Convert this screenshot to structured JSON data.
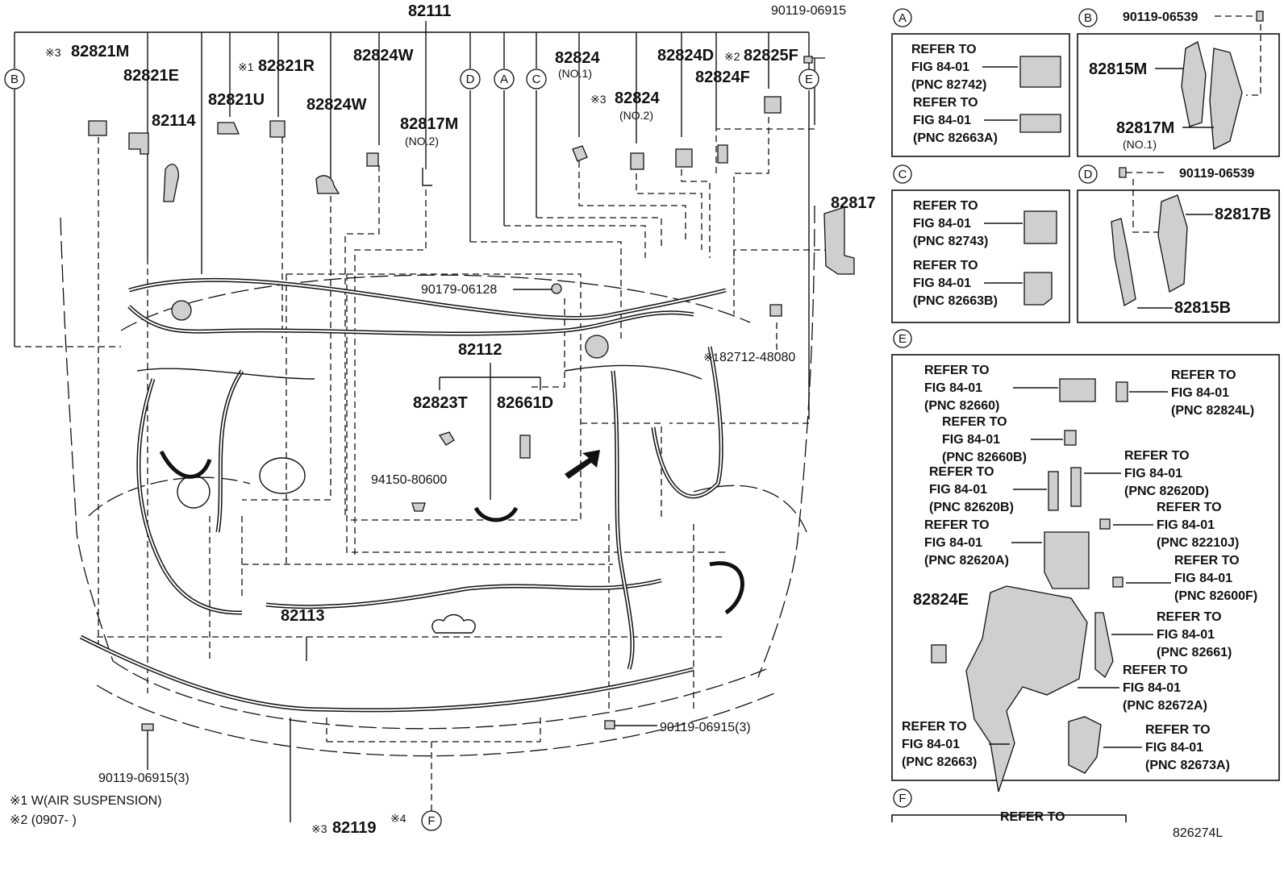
{
  "main": {
    "top_label": "82111",
    "callouts": {
      "82821M": "82821M",
      "82821E": "82821E",
      "82114": "82114",
      "82821U": "82821U",
      "82821R": "82821R",
      "82824W_1": "82824W",
      "82824W_2": "82824W",
      "82817M": "82817M",
      "no2": "(NO.2)",
      "82824_1": "82824",
      "no1": "(NO.1)",
      "82824_2": "82824",
      "no2b": "(NO.2)",
      "82824D": "82824D",
      "82825F": "82825F",
      "82824F": "82824F",
      "bolt_top": "90119-06915",
      "82817": "82817",
      "nut": "90179-06128",
      "82112": "82112",
      "82823T": "82823T",
      "82661D": "82661D",
      "bolt2": "94150-80600",
      "82712": "82712-48080",
      "82113": "82113",
      "bolt_left": "90119-06915(3)",
      "bolt_right": "90119-06915(3)",
      "82119": "82119"
    },
    "marks": {
      "m3a": "※3",
      "m1a": "※1",
      "m2a": "※2",
      "m3b": "※3",
      "m1b": "※1",
      "m3c": "※3",
      "m4": "※4"
    },
    "circle_labels": {
      "B": "B",
      "D": "D",
      "A": "A",
      "C": "C",
      "E": "E",
      "F": "F"
    },
    "notes": {
      "n1": "※1 W(AIR SUSPENSION)",
      "n2": "※2 (0907-      )"
    }
  },
  "panels": {
    "A": {
      "letter": "A",
      "refs": [
        {
          "l1": "REFER TO",
          "l2": "FIG 84-01",
          "l3": "(PNC 82742)"
        },
        {
          "l1": "REFER TO",
          "l2": "FIG 84-01",
          "l3": "(PNC 82663A)"
        }
      ]
    },
    "B": {
      "letter": "B",
      "bolt": "90119-06539",
      "p1": "82815M",
      "p2": "82817M",
      "p2sub": "(NO.1)"
    },
    "C": {
      "letter": "C",
      "refs": [
        {
          "l1": "REFER TO",
          "l2": "FIG 84-01",
          "l3": "(PNC 82743)"
        },
        {
          "l1": "REFER TO",
          "l2": "FIG 84-01",
          "l3": "(PNC 82663B)"
        }
      ]
    },
    "D": {
      "letter": "D",
      "bolt": "90119-06539",
      "p1": "82817B",
      "p2": "82815B"
    },
    "E": {
      "letter": "E",
      "part": "82824E",
      "refs": [
        {
          "l1": "REFER TO",
          "l2": "FIG 84-01",
          "l3": "(PNC 82660)"
        },
        {
          "l1": "REFER TO",
          "l2": "FIG 84-01",
          "l3": "(PNC 82824L)"
        },
        {
          "l1": "REFER TO",
          "l2": "FIG 84-01",
          "l3": "(PNC 82660B)"
        },
        {
          "l1": "REFER TO",
          "l2": "FIG 84-01",
          "l3": "(PNC 82620D)"
        },
        {
          "l1": "REFER TO",
          "l2": "FIG 84-01",
          "l3": "(PNC 82620B)"
        },
        {
          "l1": "REFER TO",
          "l2": "FIG 84-01",
          "l3": "(PNC 82210J)"
        },
        {
          "l1": "REFER TO",
          "l2": "FIG 84-01",
          "l3": "(PNC 82620A)"
        },
        {
          "l1": "REFER TO",
          "l2": "FIG 84-01",
          "l3": "(PNC 82600F)"
        },
        {
          "l1": "REFER TO",
          "l2": "FIG 84-01",
          "l3": "(PNC 82661)"
        },
        {
          "l1": "REFER TO",
          "l2": "FIG 84-01",
          "l3": "(PNC 82672A)"
        },
        {
          "l1": "REFER TO",
          "l2": "FIG 84-01",
          "l3": "(PNC 82663)"
        },
        {
          "l1": "REFER TO",
          "l2": "FIG 84-01",
          "l3": "(PNC 82673A)"
        }
      ]
    },
    "F": {
      "letter": "F",
      "ref": "REFER TO"
    }
  },
  "figure_code": "826274L"
}
